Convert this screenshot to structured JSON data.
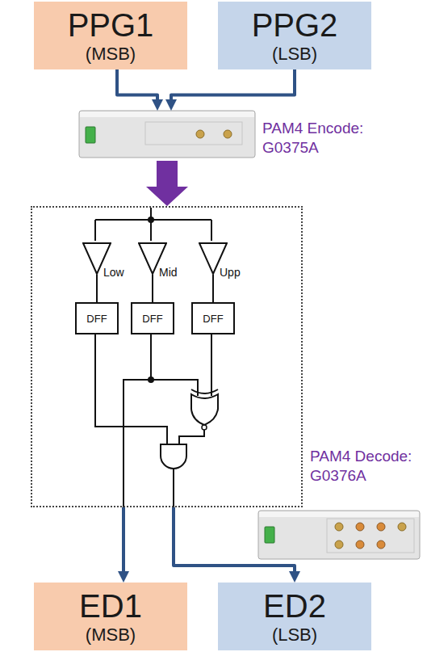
{
  "diagram": {
    "nodes": [
      {
        "text": [
          "PPG1",
          "(MSB)"
        ]
      },
      {
        "text": [
          "PPG2",
          "(LSB)"
        ]
      },
      {
        "text": [
          "PAM4 Encode: G0375A"
        ]
      },
      {
        "text": [
          "PAM4 Decode: G0376A"
        ]
      },
      {
        "text": [
          "Low"
        ],
        "in": 3
      },
      {
        "text": [
          "Mid"
        ],
        "in": 3
      },
      {
        "text": [
          "Upp"
        ],
        "in": 3
      },
      {
        "text": [
          "DFF"
        ],
        "in": 3
      },
      {
        "text": [
          "DFF"
        ],
        "in": 3
      },
      {
        "text": [
          "DFF"
        ],
        "in": 3
      },
      {
        "text": [
          "ED1",
          "(MSB)"
        ]
      },
      {
        "text": [
          "ED2",
          "(LSB)"
        ]
      }
    ],
    "edges": [
      {
        "from": 0,
        "to": 2,
        "arrow": "to"
      },
      {
        "from": 1,
        "to": 2,
        "arrow": "to"
      },
      {
        "from": 2,
        "to": 3,
        "arrow": "to"
      },
      {
        "from": 4,
        "to": 7,
        "arrow": "none"
      },
      {
        "from": 5,
        "to": 8,
        "arrow": "none"
      },
      {
        "from": 6,
        "to": 9,
        "arrow": "none"
      },
      {
        "from": 3,
        "to": 10,
        "arrow": "to"
      },
      {
        "from": 3,
        "to": 11,
        "arrow": "to"
      }
    ]
  }
}
